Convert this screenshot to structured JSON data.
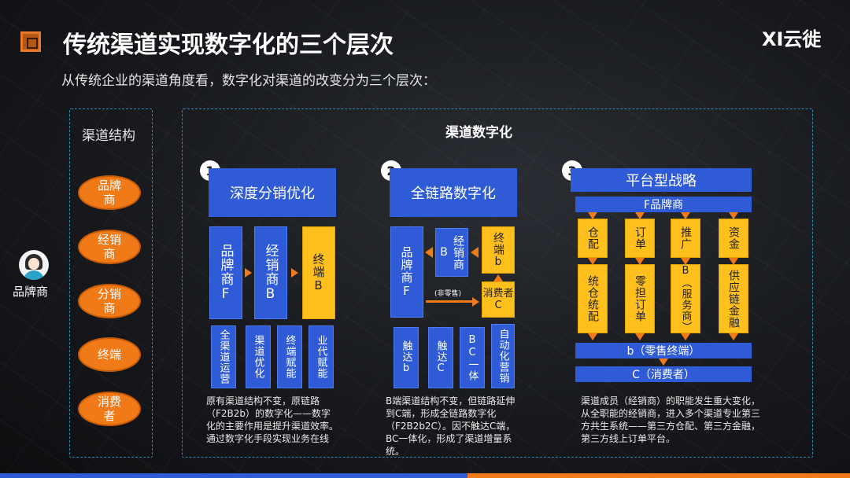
{
  "header": {
    "title": "传统渠道实现数字化的三个层次",
    "logo": "XI云徙",
    "subtitle": "从传统企业的渠道角度看，数字化对渠道的改变分为三个层次："
  },
  "left": {
    "title": "渠道结构",
    "items": [
      "品牌\n商",
      "经销\n商",
      "分销\n商",
      "终端",
      "消费\n者"
    ],
    "avatar_label": "品牌商"
  },
  "main": {
    "title": "渠道数字化",
    "s1": {
      "num": "1",
      "head": "深度分销优化",
      "tall": [
        "品牌商F",
        "经销商B",
        "终端B"
      ],
      "small": [
        "全渠道运营",
        "渠道优化",
        "终端赋能",
        "业代赋能"
      ],
      "desc": "原有渠道结构不变，原链路（F2B2b）的数字化——数字化的主要作用是提升渠道效率。通过数字化手段实现业务在线"
    },
    "s2": {
      "num": "2",
      "head": "全链路数字化",
      "brand": "品牌商F",
      "dealer": "经销商B",
      "terminal": "终端b",
      "consumer": "消费者C",
      "note": "(非零售)",
      "small": [
        "触达b",
        "触达C",
        "BC一体",
        "自动化营销"
      ],
      "desc": "B端渠道结构不变，但链路延伸到C端，形成全链路数字化（F2B2b2C）。因不触达C端，BC一体化，形成了渠道增量系统。"
    },
    "s3": {
      "num": "3",
      "head": "平台型战略",
      "brand_bar": "F品牌商",
      "top": [
        "仓配",
        "订单",
        "推广",
        "资金"
      ],
      "bottom": [
        "统仓统配",
        "零担订单",
        "B（服务商）",
        "供应链金融"
      ],
      "terminal_bar": "b（零售终端）",
      "consumer_bar": "C（消费者）",
      "desc": "渠道成员（经销商）的职能发生重大变化，从全职能的经销商，进入多个渠道专业第三方共生系统——第三方仓配、第三方金融，第三方线上订单平台。"
    }
  },
  "colors": {
    "blue": "#2f5bd6",
    "yellow": "#ffbf1c",
    "orange": "#f07a18",
    "dashed_border": "#2d8ab3"
  }
}
